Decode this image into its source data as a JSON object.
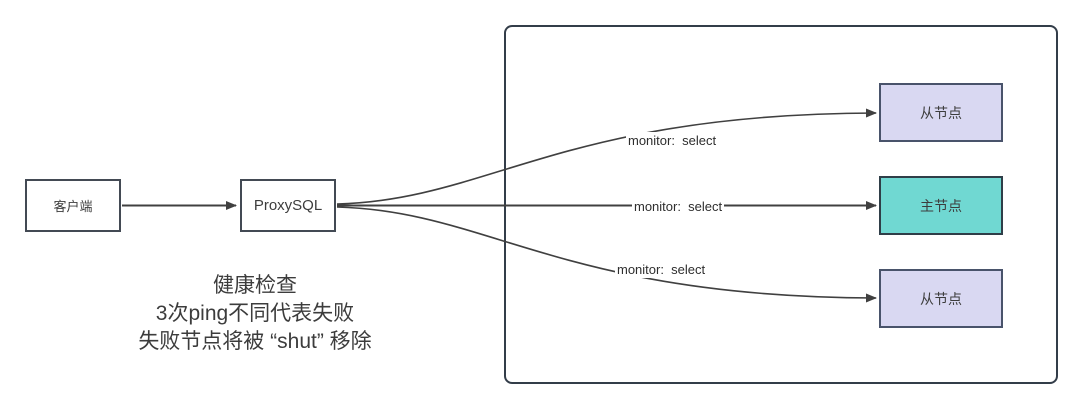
{
  "diagram": {
    "client": {
      "label": "客户端"
    },
    "proxysql": {
      "label": "ProxySQL"
    },
    "cluster_nodes": [
      {
        "label": "从节点",
        "fill": "#d9d8f2"
      },
      {
        "label": "主节点",
        "fill": "#70d8d2"
      },
      {
        "label": "从节点",
        "fill": "#d9d8f2"
      }
    ],
    "edge_labels": [
      {
        "text": "monitor:  select"
      },
      {
        "text": "monitor:  select"
      },
      {
        "text": "monitor:  select"
      }
    ],
    "note_lines": [
      "健康检查",
      "3次ping不同代表失败",
      "失败节点将被 “shut” 移除"
    ],
    "colors": {
      "slave_fill": "#d9d8f2",
      "master_fill": "#70d8d2",
      "line": "#404040",
      "container_border": "#333d49"
    }
  }
}
